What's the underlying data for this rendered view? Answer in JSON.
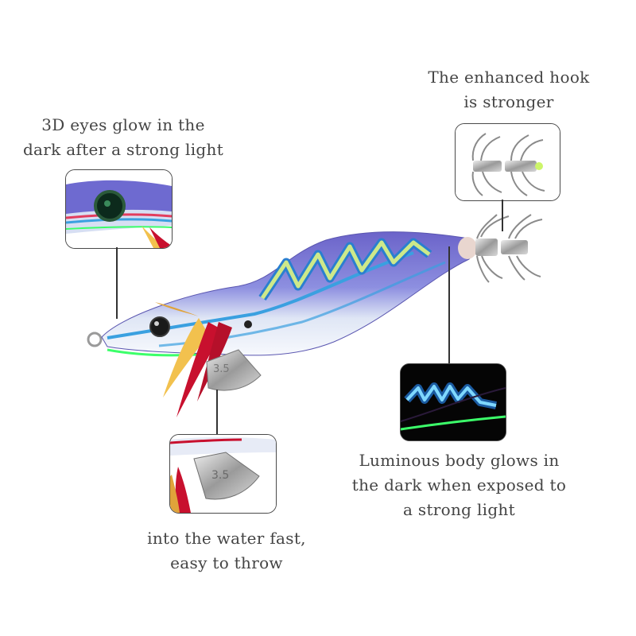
{
  "callouts": {
    "eyes": {
      "line1": "3D eyes glow in the",
      "line2": "dark after a strong light"
    },
    "hook": {
      "line1": "The enhanced hook",
      "line2": "is stronger"
    },
    "weight": {
      "line1": "into the water fast,",
      "line2": "easy to throw"
    },
    "body": {
      "line1": "Luminous body glows in",
      "line2": "the dark when exposed to",
      "line3": "a strong light"
    }
  },
  "weight_marking": "3.5",
  "colors": {
    "lure_body": "#7b7fd6",
    "lure_belly": "#f4f6fb",
    "glow_pattern": "#cde98a",
    "blue_stripe": "#3aa0e0",
    "feather_red": "#c8102e",
    "feather_yellow": "#f2c14e",
    "glow_green": "#3cff6a"
  }
}
